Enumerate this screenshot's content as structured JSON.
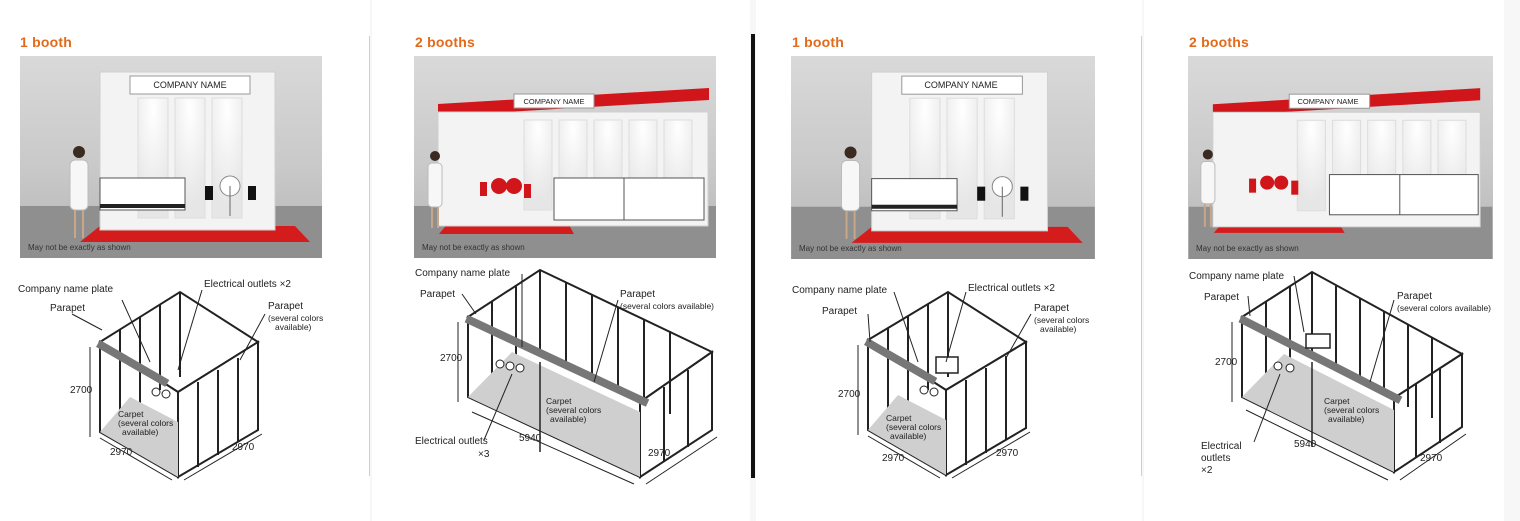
{
  "panels": [
    {
      "title": "1 booth",
      "caption": "May not be exactly as shown",
      "name_plate": "COMPANY NAME",
      "labels": {
        "company_name_plate": "Company name plate",
        "electrical_outlets": "Electrical outlets ×2",
        "parapet_left": "Parapet",
        "parapet_right": "Parapet",
        "parapet_colors": "(several colors",
        "parapet_colors2": "available)",
        "carpet": "Carpet",
        "carpet_colors": "(several colors",
        "carpet_colors2": "available)",
        "height": "2700",
        "depth": "2970",
        "width": "2970"
      }
    },
    {
      "title": "2 booths",
      "caption": "May not be exactly as shown",
      "name_plate": "COMPANY NAME",
      "labels": {
        "company_name_plate": "Company name plate",
        "parapet_left": "Parapet",
        "parapet_right": "Parapet",
        "parapet_colors": "(several colors available)",
        "carpet": "Carpet",
        "carpet_colors": "(several colors",
        "carpet_colors2": "available)",
        "height": "2700",
        "electrical_outlets": "Electrical outlets",
        "electrical_outlets_count": "×3",
        "width": "5940",
        "depth": "2970"
      }
    },
    {
      "title": "1 booth",
      "caption": "May not be exactly as shown",
      "name_plate": "COMPANY NAME",
      "labels": {
        "company_name_plate": "Company name plate",
        "electrical_outlets": "Electrical outlets ×2",
        "parapet_left": "Parapet",
        "parapet_right": "Parapet",
        "parapet_colors": "(several colors",
        "parapet_colors2": "available)",
        "carpet": "Carpet",
        "carpet_colors": "(several colors",
        "carpet_colors2": "available)",
        "height": "2700",
        "depth": "2970",
        "width": "2970"
      }
    },
    {
      "title": "2 booths",
      "caption": "May not be exactly as shown",
      "name_plate": "COMPANY NAME",
      "labels": {
        "company_name_plate": "Company name plate",
        "parapet_left": "Parapet",
        "parapet_right": "Parapet",
        "parapet_colors": "(several colors available)",
        "carpet": "Carpet",
        "carpet_colors": "(several colors",
        "carpet_colors2": "available)",
        "height": "2700",
        "electrical_outlets": "Electrical",
        "electrical_outlets2": "outlets",
        "electrical_outlets_count": "×2",
        "width": "5940",
        "depth": "2970"
      }
    }
  ],
  "colors": {
    "title_accent": "#e36a1a",
    "parapet_red": "#d0161b",
    "carpet_red": "#d41c1c"
  }
}
